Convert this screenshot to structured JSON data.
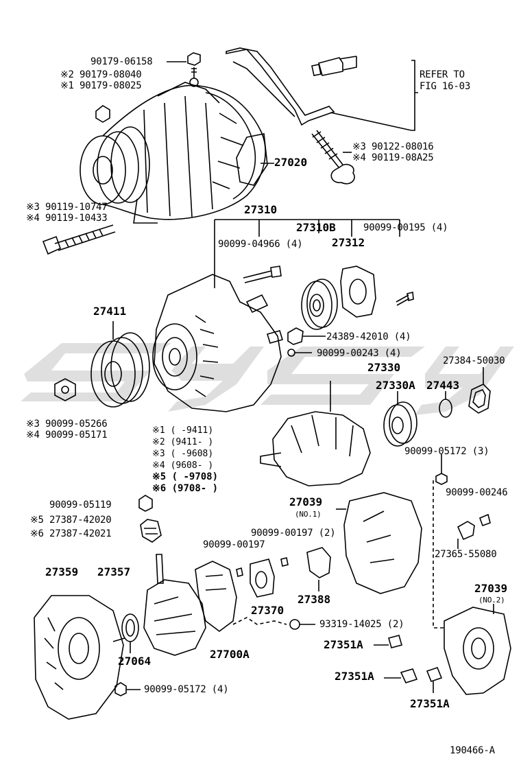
{
  "figure_id": "190466-A",
  "refer": {
    "line1": "REFER TO",
    "line2": "FIG 16-03"
  },
  "labels": {
    "p90179_06158": "90179-06158",
    "p90179_08040": "※2 90179-08040",
    "p90179_08025": "※1 90179-08025",
    "p27020": "27020",
    "p90122_08016": "※3 90122-08016",
    "p90119_08A25": "※4 90119-08A25",
    "p90119_10747": "※3 90119-10747",
    "p90119_10433": "※4 90119-10433",
    "p27310": "27310",
    "p27310B": "27310B",
    "p90099_00195": "90099-00195 (4)",
    "p90099_04966": "90099-04966 (4)",
    "p27312": "27312",
    "p27411": "27411",
    "p24389_42010": "24389-42010 (4)",
    "p90099_00243": "90099-00243 (4)",
    "p27384_50030": "27384-50030",
    "p27330": "27330",
    "p27330A": "27330A",
    "p27443": "27443",
    "p90099_05266": "※3 90099-05266",
    "p90099_05171": "※4 90099-05171",
    "p90099_05172_3": "90099-05172 (3)",
    "p90099_00246": "90099-00246",
    "p27039_no1": "27039",
    "p27039_no1_sub": "(NO.1)",
    "p90099_05119": "90099-05119",
    "p27387_42020": "※5 27387-42020",
    "p27387_42021": "※6 27387-42021",
    "p90099_00197_2": "90099-00197 (2)",
    "p90099_00197": "90099-00197",
    "p27365_55080": "27365-55080",
    "p27359": "27359",
    "p27357": "27357",
    "p27388": "27388",
    "p27370": "27370",
    "p93319_14025": "93319-14025 (2)",
    "p27039_no2": "27039",
    "p27039_no2_sub": "(NO.2)",
    "p27064": "27064",
    "p27700A": "27700A",
    "p27351A_1": "27351A",
    "p27351A_2": "27351A",
    "p27351A_3": "27351A",
    "p90099_05172_4": "90099-05172 (4)"
  },
  "legend": [
    {
      "mark": "※1",
      "range": "(      -9411)"
    },
    {
      "mark": "※2",
      "range": "(9411-      )"
    },
    {
      "mark": "※3",
      "range": "(      -9608)"
    },
    {
      "mark": "※4",
      "range": "(9608-      )"
    },
    {
      "mark": "※5",
      "range": "(      -9708)"
    },
    {
      "mark": "※6",
      "range": "(9708-      )"
    }
  ],
  "watermark_color": "#d9d9d9"
}
